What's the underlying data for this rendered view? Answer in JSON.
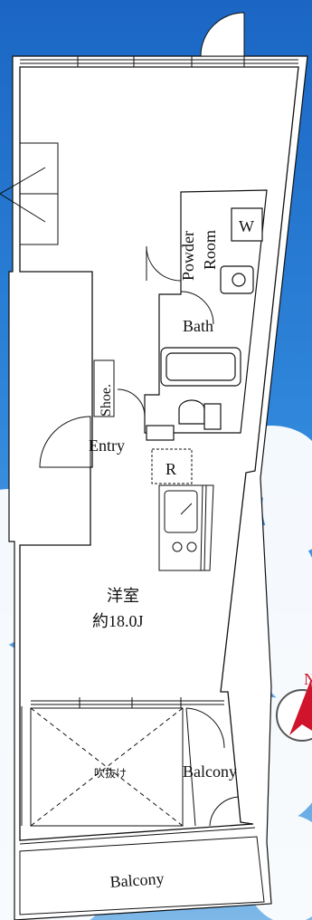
{
  "colors": {
    "sky_top": "#1f6fc9",
    "sky_bottom": "#6fb0e6",
    "cloud": "#ffffff",
    "wall": "#ffffff",
    "outline": "#111111",
    "compass_red": "#d0142c"
  },
  "rooms": {
    "powder_room_line1": "Powder",
    "powder_room_line2": "Room",
    "washer": "W",
    "bath": "Bath",
    "shoe": "Shoe.",
    "entry": "Entry",
    "refrigerator": "R",
    "western_room": "洋室",
    "western_room_size": "約18.0J",
    "void": "吹抜け",
    "balcony_side": "Balcony",
    "balcony_bottom": "Balcony"
  },
  "compass": {
    "letter": "N",
    "icon": "north-arrow-icon"
  }
}
